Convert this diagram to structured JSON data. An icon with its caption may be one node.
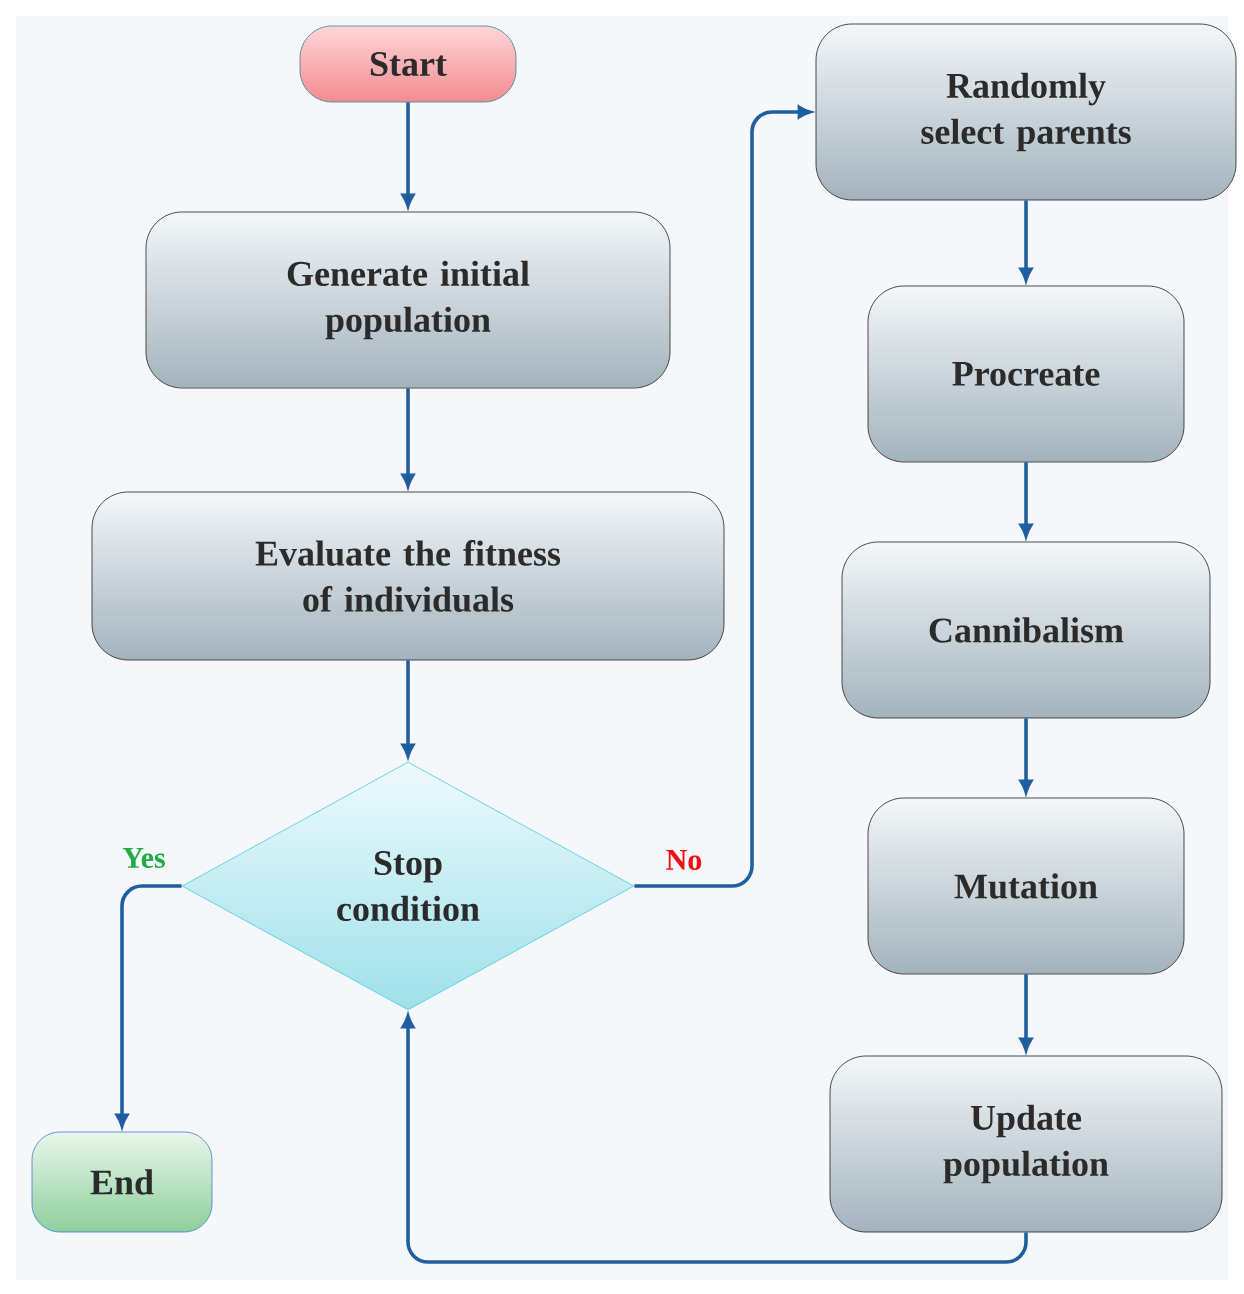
{
  "diagram": {
    "nodes": [
      {
        "text": [
          "Start"
        ]
      },
      {
        "text": [
          "Generate initial population"
        ]
      },
      {
        "text": [
          "Evaluate the fitness of individuals"
        ]
      },
      {
        "text": [
          "Stop condition"
        ]
      },
      {
        "text": [
          "End"
        ]
      },
      {
        "text": [
          "Randomly select parents"
        ]
      },
      {
        "text": [
          "Procreate"
        ]
      },
      {
        "text": [
          "Cannibalism"
        ]
      },
      {
        "text": [
          "Mutation"
        ]
      },
      {
        "text": [
          "Update population"
        ]
      }
    ],
    "edges": [
      {
        "from": 0,
        "to": 1,
        "arrow": "to"
      },
      {
        "from": 1,
        "to": 2,
        "arrow": "to"
      },
      {
        "from": 2,
        "to": 3,
        "arrow": "to"
      },
      {
        "from": 3,
        "to": 4,
        "arrow": "to",
        "label": "Yes"
      },
      {
        "from": 3,
        "to": 5,
        "arrow": "to",
        "label": "No"
      },
      {
        "from": 5,
        "to": 6,
        "arrow": "to"
      },
      {
        "from": 6,
        "to": 7,
        "arrow": "to"
      },
      {
        "from": 7,
        "to": 8,
        "arrow": "to"
      },
      {
        "from": 8,
        "to": 9,
        "arrow": "to"
      },
      {
        "from": 9,
        "to": 3,
        "arrow": "to"
      }
    ]
  }
}
